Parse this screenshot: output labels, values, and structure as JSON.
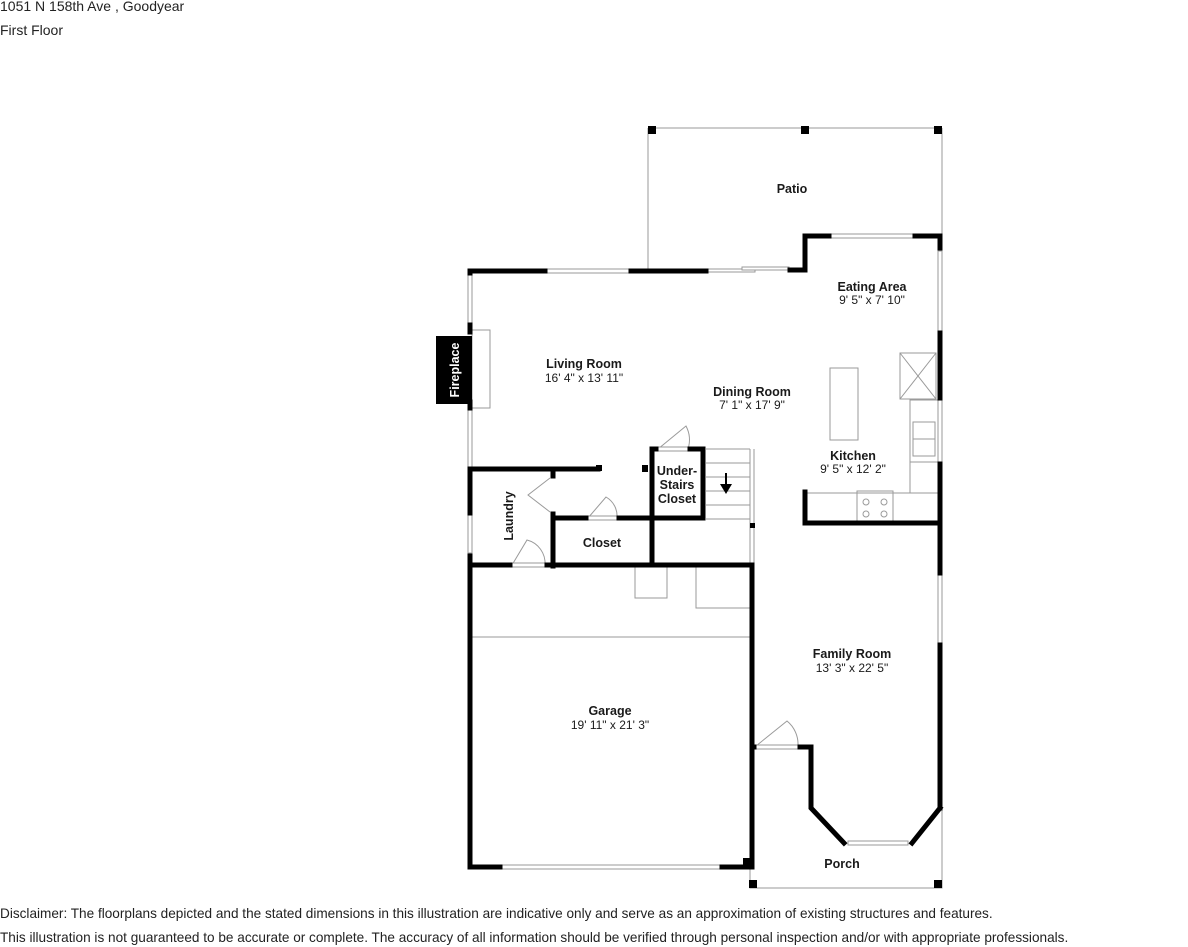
{
  "header": {
    "address": "1051 N 158th Ave , Goodyear",
    "floor": "First Floor"
  },
  "rooms": {
    "patio": {
      "name": "Patio"
    },
    "eating_area": {
      "name": "Eating Area",
      "dims": "9' 5\" x 7' 10\""
    },
    "living_room": {
      "name": "Living Room",
      "dims": "16' 4\" x 13' 11\""
    },
    "dining_room": {
      "name": "Dining Room",
      "dims": "7' 1\" x 17' 9\""
    },
    "kitchen": {
      "name": "Kitchen",
      "dims": "9' 5\" x 12' 2\""
    },
    "fireplace": {
      "name": "Fireplace"
    },
    "laundry": {
      "name": "Laundry"
    },
    "closet": {
      "name": "Closet"
    },
    "under_stairs_closet": {
      "line1": "Under-",
      "line2": "Stairs",
      "line3": "Closet"
    },
    "garage": {
      "name": "Garage",
      "dims": "19' 11\" x 21' 3\""
    },
    "family_room": {
      "name": "Family Room",
      "dims": "13' 3\" x 22' 5\""
    },
    "porch": {
      "name": "Porch"
    }
  },
  "colors": {
    "wall": "#000000",
    "thin_line": "#9a9a9a",
    "background": "#ffffff"
  },
  "disclaimer": {
    "line1": "Disclaimer: The floorplans depicted and the stated dimensions in this illustration are indicative only and serve as an approximation of existing structures and features.",
    "line2": "This illustration is not guaranteed to be accurate or complete. The accuracy of all information should be verified through personal inspection and/or with appropriate professionals."
  }
}
